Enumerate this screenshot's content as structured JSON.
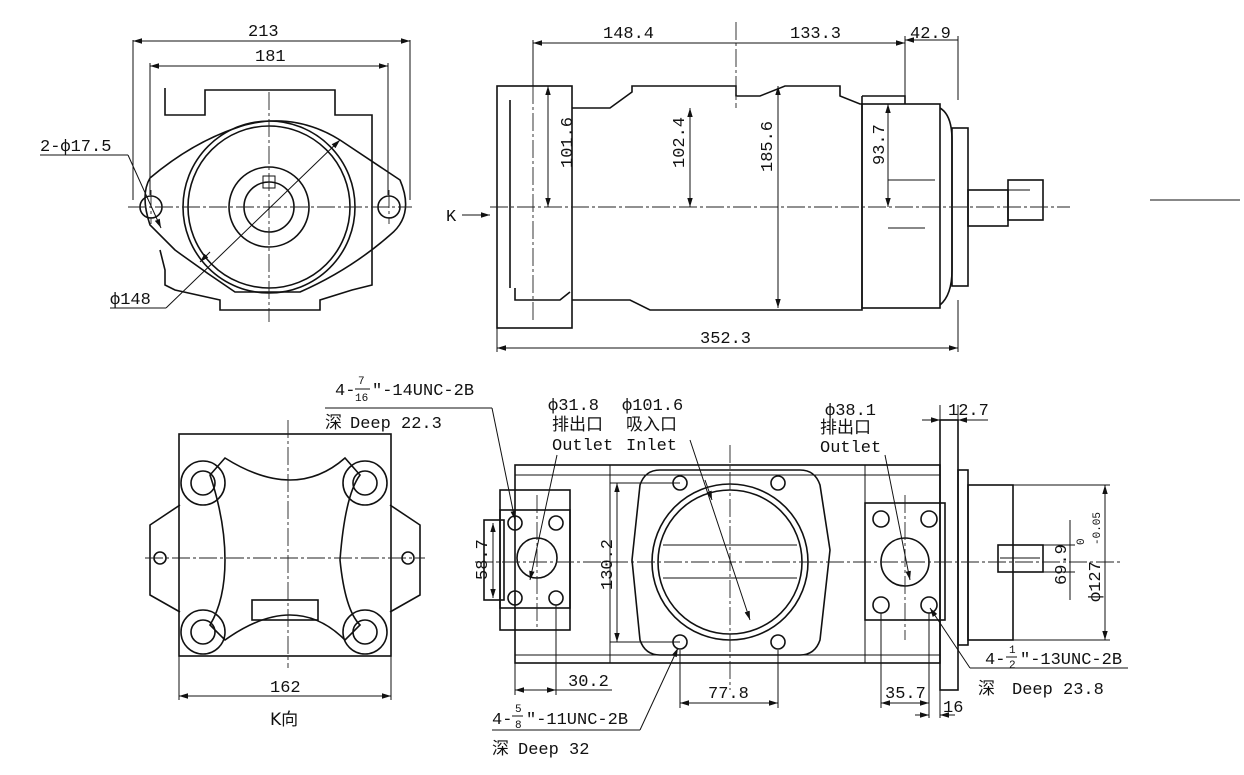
{
  "colors": {
    "ink": "#111111",
    "paper": "#ffffff"
  },
  "front_view": {
    "dim_width_outer": "213",
    "dim_width_inner": "181",
    "dim_bolt_holes": "2-ф17.5",
    "dim_pilot_dia": "ф148"
  },
  "side_view": {
    "dim_front_length": "148.4",
    "dim_mid_length": "133.3",
    "dim_rear_length": "42.9",
    "dim_h1": "101.6",
    "dim_h2": "102.4",
    "dim_h3": "185.6",
    "dim_h4": "93.7",
    "dim_total_length": "352.3",
    "view_arrow_label": "K"
  },
  "k_view": {
    "dim_width": "162",
    "caption": "K向"
  },
  "bottom_view": {
    "thread_left": {
      "prefix": "4-",
      "num": "7",
      "den": "16",
      "suffix": "″-14UNC-2B",
      "depth_cn": "深",
      "depth": "Deep  22.3"
    },
    "port_outlet_left": {
      "dia": "ф31.8",
      "cn": "排出口",
      "en": "Outlet"
    },
    "port_inlet": {
      "dia": "ф101.6",
      "cn": "吸入口",
      "en": "Inlet"
    },
    "port_outlet_right": {
      "dia": "ф38.1",
      "cn": "排出口",
      "en": "Outlet"
    },
    "dim_flange_thk": "12.7",
    "dim_left_h": "58.7",
    "dim_inlet_h": "130.2",
    "dim_shaft_dia": "69.9",
    "dim_pilot_tol_main": "ф127",
    "dim_pilot_tol_up": "0",
    "dim_pilot_tol_low": "-0.05",
    "dim_left_offset": "30.2",
    "dim_inlet_spacing": "77.8",
    "dim_right_spacing": "35.7",
    "dim_right_edge": "16",
    "thread_right": {
      "prefix": "4-",
      "num": "1",
      "den": "2",
      "suffix": "″-13UNC-2B",
      "depth_cn": "深",
      "depth": "Deep  23.8"
    },
    "thread_bottom": {
      "prefix": "4-",
      "num": "5",
      "den": "8",
      "suffix": "″-11UNC-2B",
      "depth_cn": "深",
      "depth": "Deep  32"
    }
  }
}
